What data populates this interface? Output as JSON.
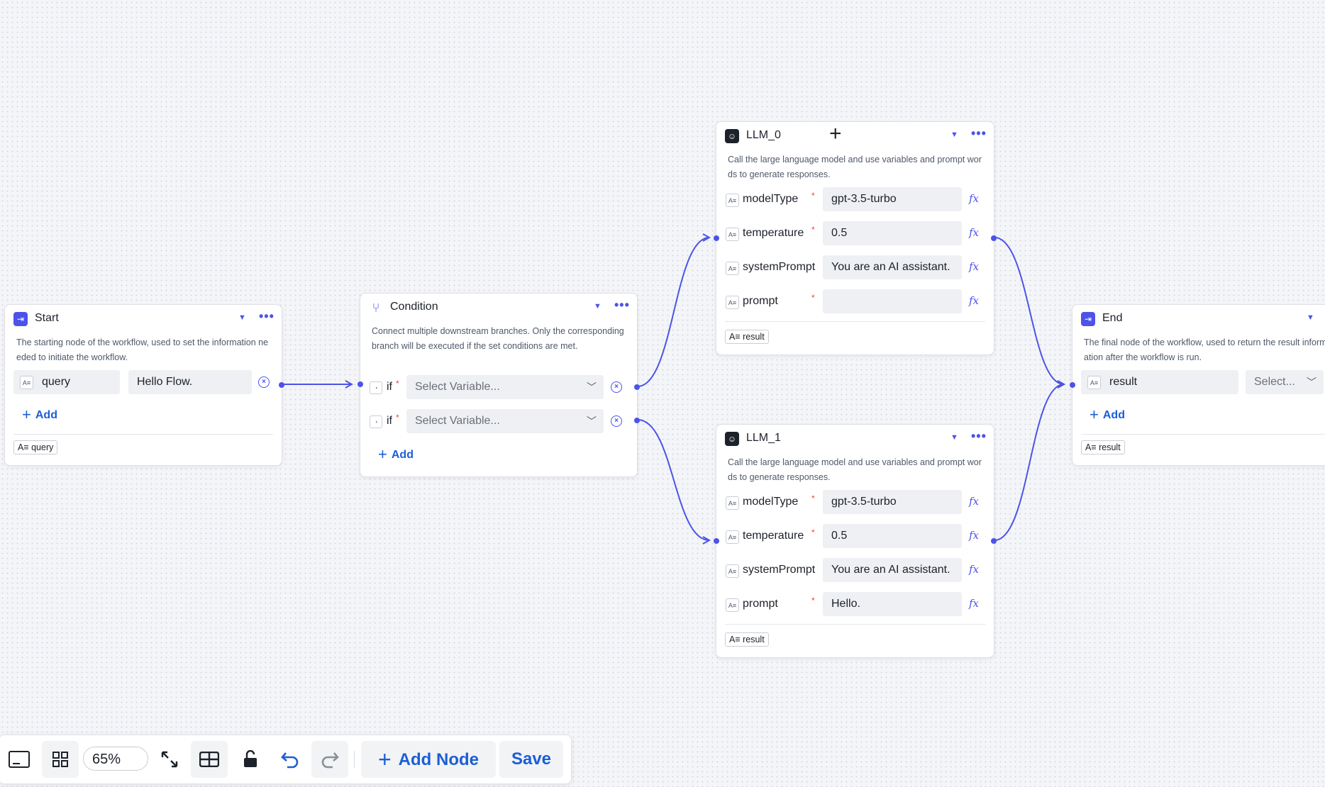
{
  "nodes": {
    "start": {
      "title": "Start",
      "description": "The starting node of the workflow, used to set the information needed to initiate the workflow.",
      "input": {
        "name": "query",
        "value": "Hello Flow."
      },
      "add_label": "Add",
      "output": "query"
    },
    "condition": {
      "title": "Condition",
      "description": "Connect multiple downstream branches. Only the corresponding branch will be executed if the set conditions are met.",
      "branches": [
        {
          "label": "if",
          "placeholder": "Select Variable..."
        },
        {
          "label": "if",
          "placeholder": "Select Variable..."
        }
      ],
      "add_label": "Add"
    },
    "llm_0": {
      "title": "LLM_0",
      "description": "Call the large language model and use variables and prompt words to generate responses.",
      "params": [
        {
          "name": "modelType",
          "value": "gpt-3.5-turbo",
          "required": true
        },
        {
          "name": "temperature",
          "value": "0.5",
          "required": true
        },
        {
          "name": "systemPrompt",
          "value": "You are an AI assistant.",
          "required": false
        },
        {
          "name": "prompt",
          "value": "",
          "required": true
        }
      ],
      "output": "result"
    },
    "llm_1": {
      "title": "LLM_1",
      "description": "Call the large language model and use variables and prompt words to generate responses.",
      "params": [
        {
          "name": "modelType",
          "value": "gpt-3.5-turbo",
          "required": true
        },
        {
          "name": "temperature",
          "value": "0.5",
          "required": true
        },
        {
          "name": "systemPrompt",
          "value": "You are an AI assistant.",
          "required": false
        },
        {
          "name": "prompt",
          "value": "Hello.",
          "required": true
        }
      ],
      "output": "result"
    },
    "end": {
      "title": "End",
      "description": "The final node of the workflow, used to return the result information after the workflow is run.",
      "input": {
        "name": "result",
        "placeholder": "Select..."
      },
      "add_label": "Add",
      "output": "result"
    }
  },
  "symbols": {
    "required": "*",
    "fx": "fx",
    "more": "•••",
    "caret": "▼"
  },
  "toolbar": {
    "zoom": "65%",
    "add_node": "Add Node",
    "save": "Save"
  },
  "colors": {
    "accent": "#4d53e8",
    "link": "#1a5fd6",
    "edge": "#4d53e8"
  }
}
